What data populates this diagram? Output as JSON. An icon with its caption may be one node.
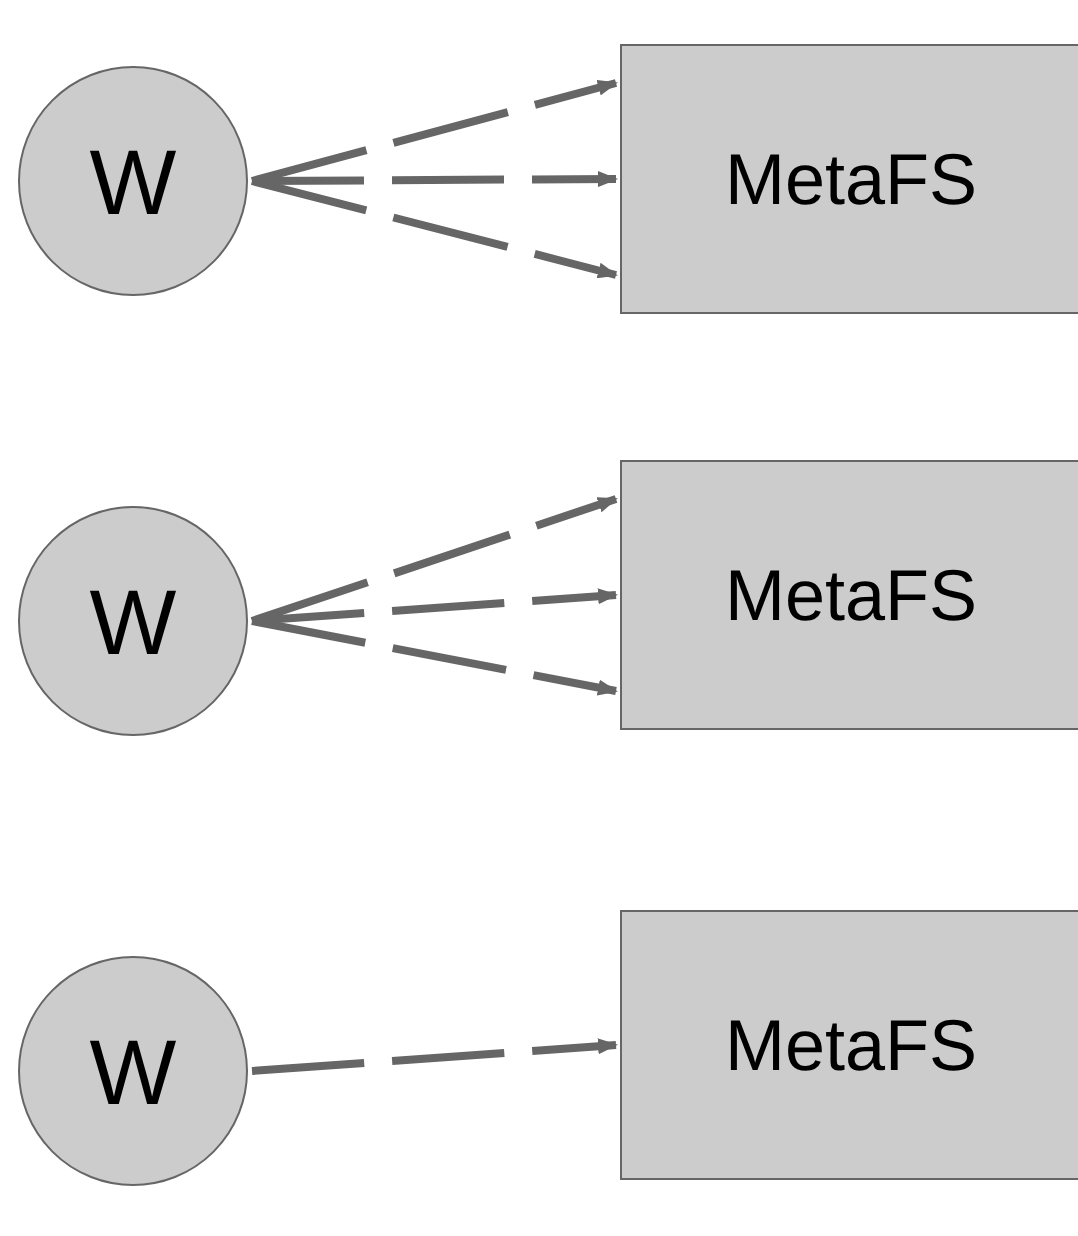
{
  "diagram": {
    "nodes": [
      {
        "text": [
          "W"
        ]
      },
      {
        "text": [
          "MetaFS"
        ]
      },
      {
        "text": [
          "W"
        ]
      },
      {
        "text": [
          "MetaFS"
        ]
      },
      {
        "text": [
          "W"
        ]
      },
      {
        "text": [
          "MetaFS"
        ]
      }
    ],
    "edges": [
      {
        "from": 0,
        "to": 1,
        "arrow": "to",
        "style": "dashed"
      },
      {
        "from": 0,
        "to": 1,
        "arrow": "to",
        "style": "dashed"
      },
      {
        "from": 0,
        "to": 1,
        "arrow": "to",
        "style": "dashed"
      },
      {
        "from": 2,
        "to": 3,
        "arrow": "to",
        "style": "dashed"
      },
      {
        "from": 2,
        "to": 3,
        "arrow": "to",
        "style": "dashed"
      },
      {
        "from": 2,
        "to": 3,
        "arrow": "to",
        "style": "dashed"
      },
      {
        "from": 4,
        "to": 5,
        "arrow": "to",
        "style": "dashed"
      }
    ]
  }
}
